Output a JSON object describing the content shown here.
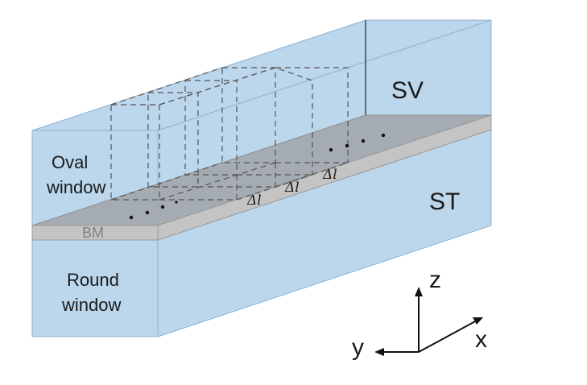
{
  "labels": {
    "sv": "SV",
    "st": "ST",
    "oval_window_line1": "Oval",
    "oval_window_line2": "window",
    "round_window_line1": "Round",
    "round_window_line2": "window",
    "bm": "BM",
    "delta_l": "Δl"
  },
  "axes": {
    "z": "z",
    "x": "x",
    "y": "y"
  },
  "colors": {
    "fluid": "#bcd6ec",
    "fluid_stroke": "#8fb3d1",
    "membrane_top": "#a4abb2",
    "membrane_front": "#c4c4c4",
    "dashes": "#555555"
  }
}
